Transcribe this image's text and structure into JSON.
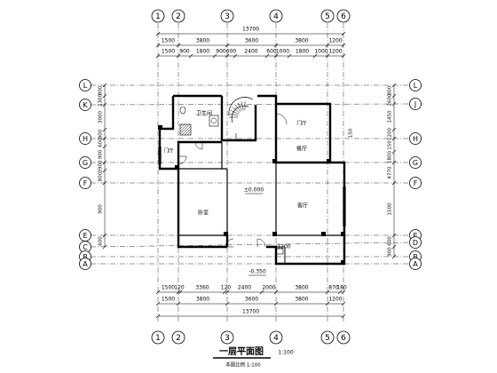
{
  "drawing": {
    "title": "一层平面图",
    "scale": "1:100",
    "subtitle": "本图比例 1:100"
  },
  "grid_axes": {
    "columns": [
      "1",
      "2",
      "3",
      "4",
      "5",
      "6"
    ],
    "rows_left": [
      "L",
      "K",
      "H",
      "G",
      "F",
      "E",
      "C",
      "B",
      "A"
    ],
    "rows_right": [
      "L",
      "J",
      "H",
      "G",
      "F",
      "E",
      "D",
      "B",
      "A"
    ]
  },
  "dims_top": {
    "overall": "13700",
    "row2": [
      "1500",
      "3800",
      "3600",
      "3800",
      "1200"
    ],
    "row3": [
      "1500",
      "900",
      "1800",
      "900",
      "600",
      "2400",
      "600",
      "1000",
      "1800",
      "1000",
      "1200"
    ]
  },
  "dims_bottom": {
    "row1": [
      "1500",
      "120",
      "3360",
      "120",
      "2400",
      "2000",
      "3800",
      "870",
      "180"
    ],
    "row2": [
      "1500",
      "3800",
      "3600",
      "3800",
      "1200"
    ],
    "overall": "13700"
  },
  "dims_left": [
    "800",
    "2300",
    "3000",
    "900",
    "600",
    "900",
    "3900",
    "800",
    "900",
    "600"
  ],
  "dims_right": [
    "800",
    "2600",
    "1450",
    "1200",
    "150",
    "1800",
    "4770",
    "1500",
    "600",
    "900"
  ],
  "rooms": {
    "toilet": "卫生间",
    "bedroom": "卧室",
    "hall": "门厅",
    "living": "客厅",
    "dining": "餐厅",
    "entry": "门厅"
  },
  "elevations": {
    "main_floor": "±0.000",
    "outdoor": "-0.350"
  },
  "notes": {
    "opening": "1200",
    "window": "150"
  }
}
